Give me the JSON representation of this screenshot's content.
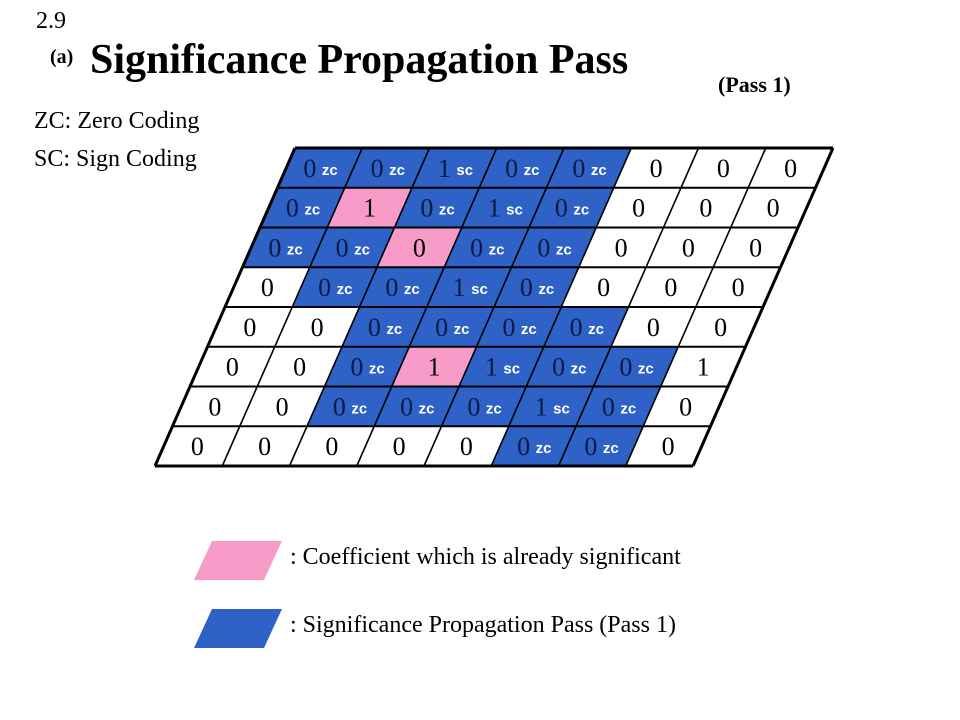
{
  "slide_number": "2.9",
  "part_label": "(a)",
  "title": "Significance Propagation Pass",
  "subtitle": "(Pass 1)",
  "abbreviations": [
    "ZC: Zero Coding",
    "SC: Sign Coding"
  ],
  "colors": {
    "significant": "#F79BC9",
    "pass1": "#2F62C6",
    "background": "#FFFFFF",
    "grid_line": "#000000",
    "highlight_line": "#BFC8E6"
  },
  "grid": {
    "rows": [
      [
        {
          "v": "0",
          "t": "zc",
          "f": "pass1"
        },
        {
          "v": "0",
          "t": "zc",
          "f": "pass1"
        },
        {
          "v": "1",
          "t": "sc",
          "f": "pass1"
        },
        {
          "v": "0",
          "t": "zc",
          "f": "pass1"
        },
        {
          "v": "0",
          "t": "zc",
          "f": "pass1"
        },
        {
          "v": "0",
          "t": "",
          "f": ""
        },
        {
          "v": "0",
          "t": "",
          "f": ""
        },
        {
          "v": "0",
          "t": "",
          "f": ""
        }
      ],
      [
        {
          "v": "0",
          "t": "zc",
          "f": "pass1"
        },
        {
          "v": "1",
          "t": "",
          "f": "significant"
        },
        {
          "v": "0",
          "t": "zc",
          "f": "pass1"
        },
        {
          "v": "1",
          "t": "sc",
          "f": "pass1"
        },
        {
          "v": "0",
          "t": "zc",
          "f": "pass1"
        },
        {
          "v": "0",
          "t": "",
          "f": ""
        },
        {
          "v": "0",
          "t": "",
          "f": ""
        },
        {
          "v": "0",
          "t": "",
          "f": ""
        }
      ],
      [
        {
          "v": "0",
          "t": "zc",
          "f": "pass1"
        },
        {
          "v": "0",
          "t": "zc",
          "f": "pass1"
        },
        {
          "v": "0",
          "t": "",
          "f": "significant"
        },
        {
          "v": "0",
          "t": "zc",
          "f": "pass1"
        },
        {
          "v": "0",
          "t": "zc",
          "f": "pass1"
        },
        {
          "v": "0",
          "t": "",
          "f": ""
        },
        {
          "v": "0",
          "t": "",
          "f": ""
        },
        {
          "v": "0",
          "t": "",
          "f": ""
        }
      ],
      [
        {
          "v": "0",
          "t": "",
          "f": ""
        },
        {
          "v": "0",
          "t": "zc",
          "f": "pass1"
        },
        {
          "v": "0",
          "t": "zc",
          "f": "pass1"
        },
        {
          "v": "1",
          "t": "sc",
          "f": "pass1"
        },
        {
          "v": "0",
          "t": "zc",
          "f": "pass1"
        },
        {
          "v": "0",
          "t": "",
          "f": ""
        },
        {
          "v": "0",
          "t": "",
          "f": ""
        },
        {
          "v": "0",
          "t": "",
          "f": ""
        }
      ],
      [
        {
          "v": "0",
          "t": "",
          "f": ""
        },
        {
          "v": "0",
          "t": "",
          "f": ""
        },
        {
          "v": "0",
          "t": "zc",
          "f": "pass1"
        },
        {
          "v": "0",
          "t": "zc",
          "f": "pass1"
        },
        {
          "v": "0",
          "t": "zc",
          "f": "pass1"
        },
        {
          "v": "0",
          "t": "zc",
          "f": "pass1"
        },
        {
          "v": "0",
          "t": "",
          "f": ""
        },
        {
          "v": "0",
          "t": "",
          "f": ""
        }
      ],
      [
        {
          "v": "0",
          "t": "",
          "f": ""
        },
        {
          "v": "0",
          "t": "",
          "f": ""
        },
        {
          "v": "0",
          "t": "zc",
          "f": "pass1"
        },
        {
          "v": "1",
          "t": "",
          "f": "significant"
        },
        {
          "v": "1",
          "t": "sc",
          "f": "pass1"
        },
        {
          "v": "0",
          "t": "zc",
          "f": "pass1"
        },
        {
          "v": "0",
          "t": "zc",
          "f": "pass1"
        },
        {
          "v": "1",
          "t": "",
          "f": ""
        }
      ],
      [
        {
          "v": "0",
          "t": "",
          "f": ""
        },
        {
          "v": "0",
          "t": "",
          "f": ""
        },
        {
          "v": "0",
          "t": "zc",
          "f": "pass1"
        },
        {
          "v": "0",
          "t": "zc",
          "f": "pass1"
        },
        {
          "v": "0",
          "t": "zc",
          "f": "pass1"
        },
        {
          "v": "1",
          "t": "sc",
          "f": "pass1"
        },
        {
          "v": "0",
          "t": "zc",
          "f": "pass1"
        },
        {
          "v": "0",
          "t": "",
          "f": ""
        }
      ],
      [
        {
          "v": "0",
          "t": "",
          "f": ""
        },
        {
          "v": "0",
          "t": "",
          "f": ""
        },
        {
          "v": "0",
          "t": "",
          "f": ""
        },
        {
          "v": "0",
          "t": "",
          "f": ""
        },
        {
          "v": "0",
          "t": "",
          "f": ""
        },
        {
          "v": "0",
          "t": "zc",
          "f": "pass1"
        },
        {
          "v": "0",
          "t": "zc",
          "f": "pass1"
        },
        {
          "v": "0",
          "t": "",
          "f": ""
        }
      ]
    ]
  },
  "legend": [
    {
      "key": "significant",
      "label": ": Coefficient which is already significant"
    },
    {
      "key": "pass1",
      "label": ": Significance Propagation Pass (Pass 1)"
    }
  ]
}
